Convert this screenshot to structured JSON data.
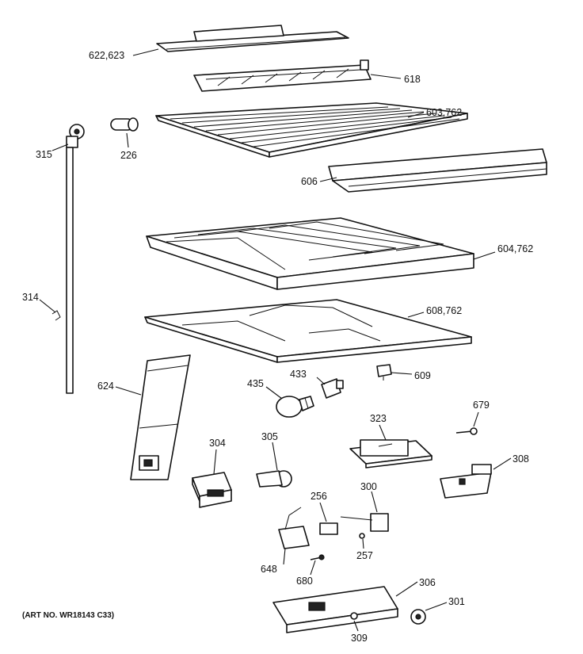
{
  "callouts": {
    "c622_623": "622,623",
    "c618": "618",
    "c603_762": "603,762",
    "c315": "315",
    "c226": "226",
    "c606": "606",
    "c604_762": "604,762",
    "c608_762": "608,762",
    "c314": "314",
    "c433": "433",
    "c609": "609",
    "c435": "435",
    "c624": "624",
    "c679": "679",
    "c323": "323",
    "c304": "304",
    "c305": "305",
    "c308": "308",
    "c256": "256",
    "c300": "300",
    "c257": "257",
    "c648": "648",
    "c680": "680",
    "c306": "306",
    "c301": "301",
    "c309": "309"
  },
  "art_number": "(ART NO. WR18143 C33)"
}
